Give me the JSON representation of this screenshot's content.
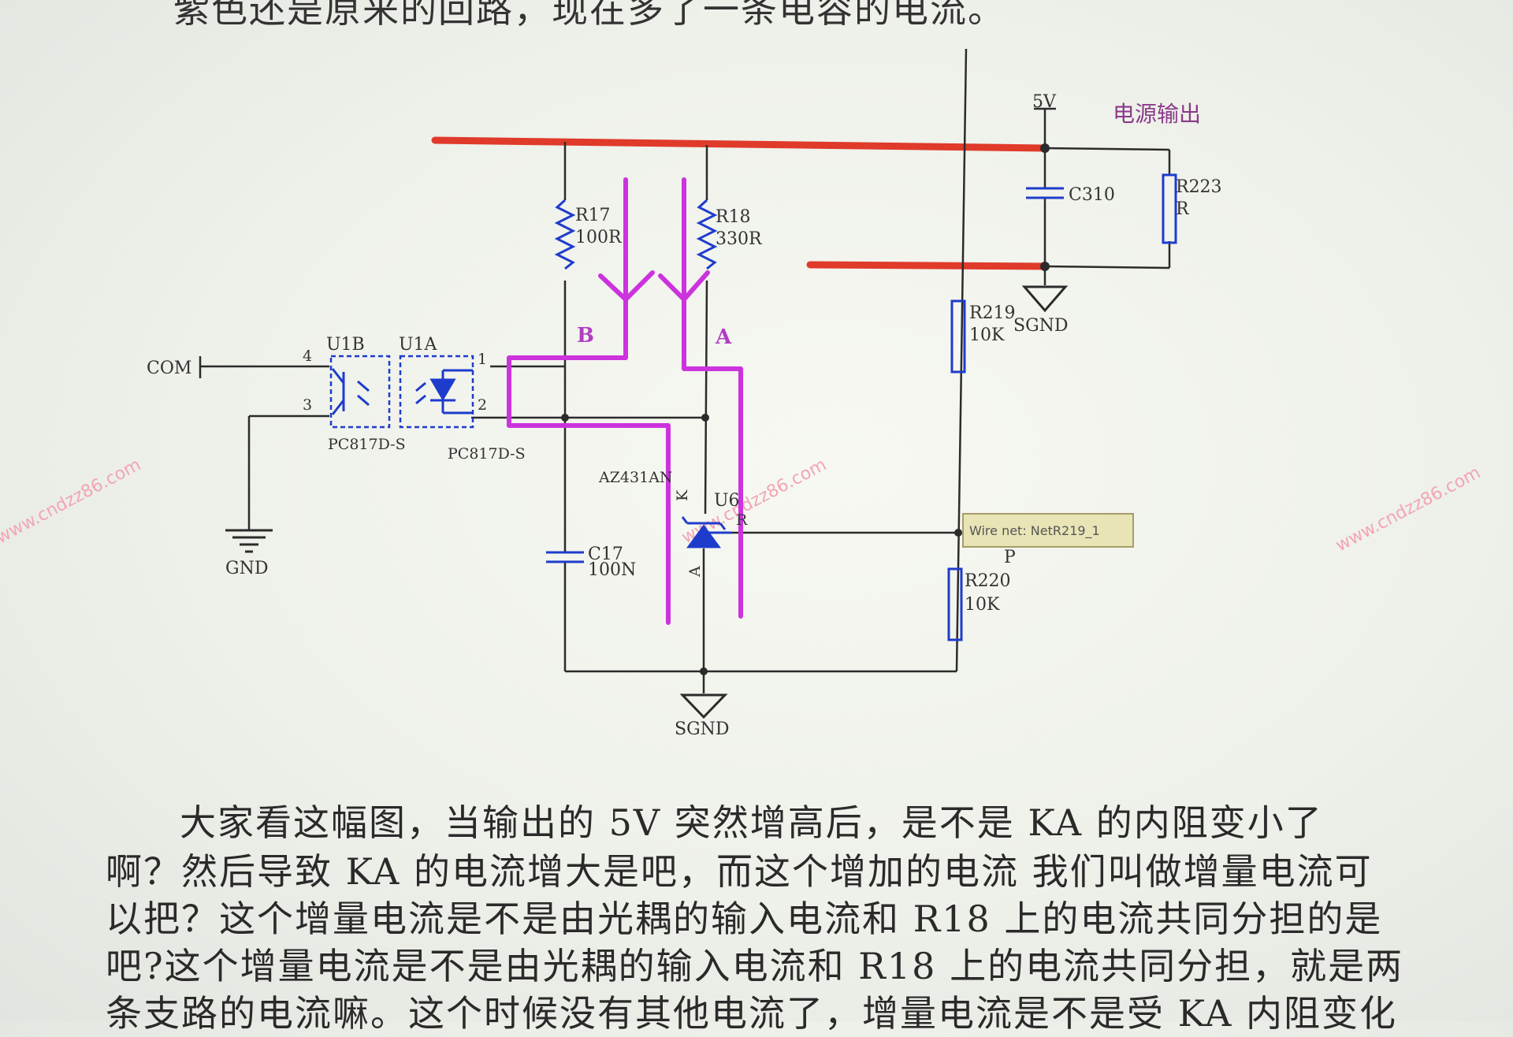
{
  "document": {
    "top_line": "紫色还是原来的回路，现在多了一条电容的电流。",
    "paragraph_lines": [
      "大家看这幅图，当输出的  5V  突然增高后，是不是  KA  的内阻变小了",
      "啊？然后导致 KA  的电流增大是吧，而这个增加的电流  我们叫做增量电流可",
      "以把？这个增量电流是不是由光耦的输入电流和  R18  上的电流共同分担的是",
      "吧?这个增量电流是不是由光耦的输入电流和  R18  上的电流共同分担，就是两",
      "条支路的电流嘛。这个时候没有其他电流了，增量电流是不是受  KA  内阻变化"
    ]
  },
  "schematic": {
    "title": "电源输出",
    "nets": {
      "com": "COM",
      "gnd": "GND",
      "sgnd_1": "SGND",
      "sgnd_2": "SGND",
      "vcc": "5V"
    },
    "components": {
      "r17": {
        "ref": "R17",
        "value": "100R"
      },
      "r18": {
        "ref": "R18",
        "value": "330R"
      },
      "r219": {
        "ref": "R219",
        "value": "10K"
      },
      "r220": {
        "ref": "R220",
        "value": "10K"
      },
      "r223": {
        "ref": "R223",
        "value": "R"
      },
      "c17": {
        "ref": "C17",
        "value": "100N"
      },
      "c310": {
        "ref": "C310"
      },
      "u1b": {
        "ref": "U1B",
        "part": "PC817D-S"
      },
      "u1a": {
        "ref": "U1A",
        "part": "PC817D-S"
      },
      "u6": {
        "ref": "U6",
        "part": "AZ431AN"
      }
    },
    "pins": {
      "p4": "4",
      "p3": "3",
      "p1": "1",
      "p2": "2",
      "k": "K",
      "a": "A",
      "r": "R"
    },
    "branch_labels": {
      "b": "B",
      "a": "A"
    },
    "node_label_p": "P",
    "tooltip": "Wire    net: NetR219_1",
    "watermark": "www.cndzz86.com",
    "colors": {
      "rail": "#e03a2a",
      "current_path": "#cc33dd",
      "wire": "#2b2b2b",
      "component": "#1e3ccc"
    }
  }
}
